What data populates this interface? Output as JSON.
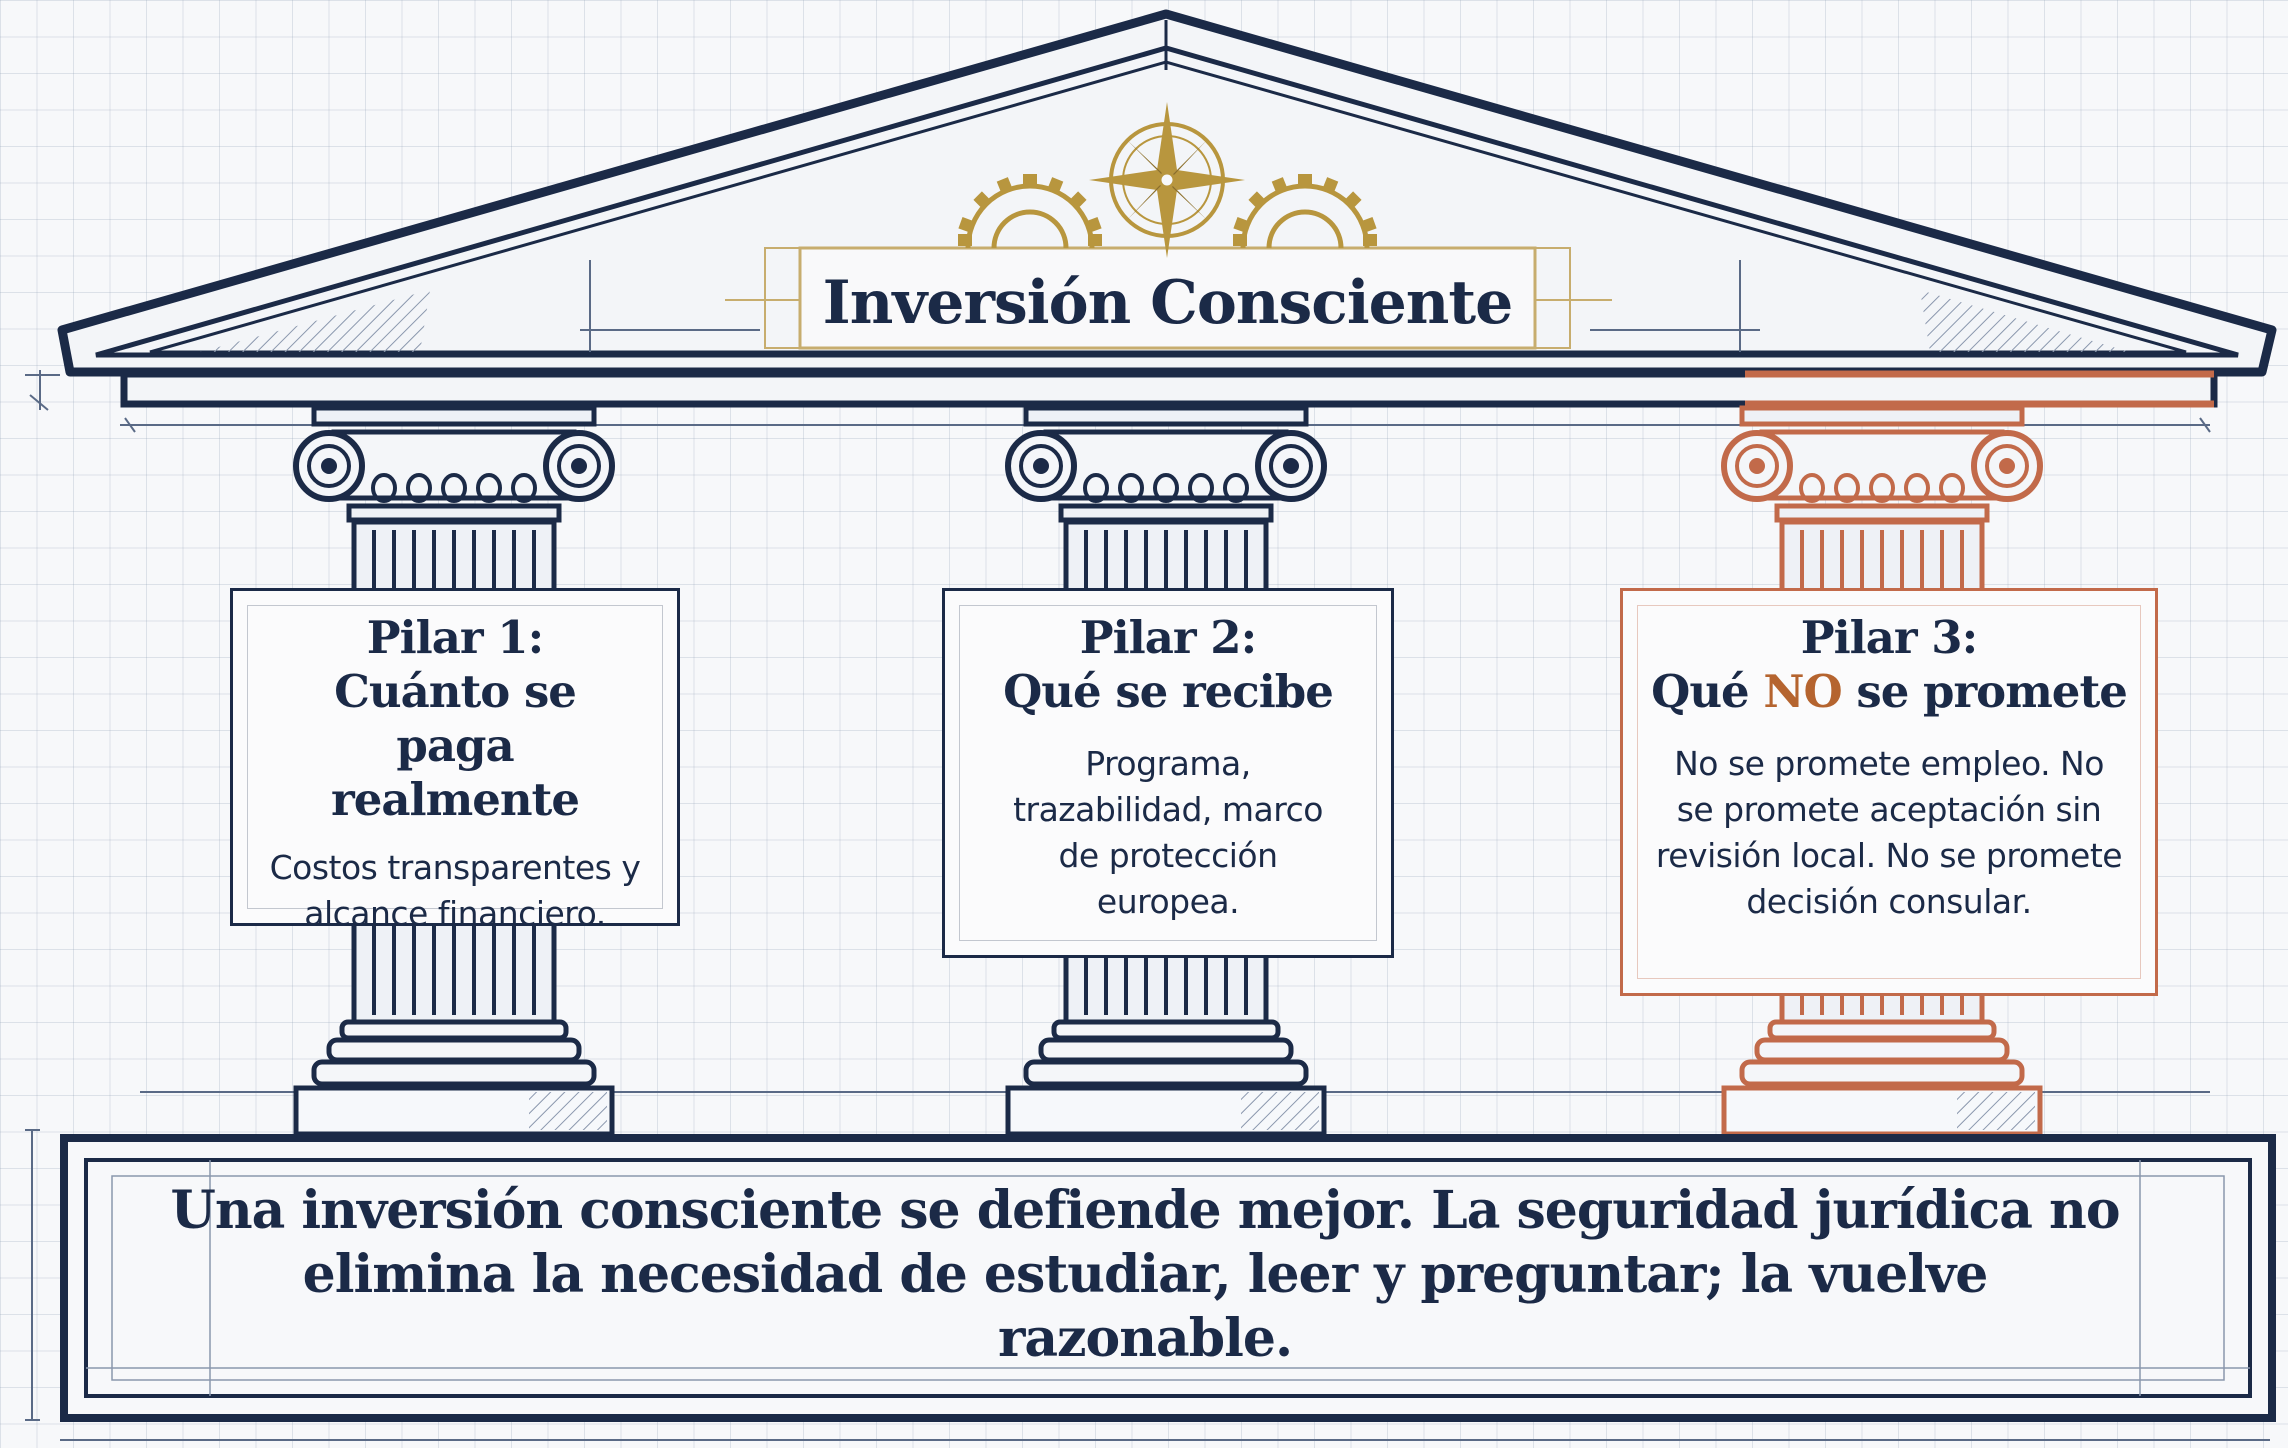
{
  "title": "Inversión Consciente",
  "colors": {
    "ink": "#1b2a47",
    "accent": "#c26a4a",
    "gold": "#b8963e",
    "paper": "#f7f8fa"
  },
  "pillars": [
    {
      "heading_line1": "Pilar 1:",
      "heading_line2": "Cuánto se paga realmente",
      "body": "Costos transparentes y alcance financiero."
    },
    {
      "heading_line1": "Pilar 2:",
      "heading_line2": "Qué se recibe",
      "body": "Programa, trazabilidad, marco de protección europea."
    },
    {
      "heading_line1": "Pilar 3:",
      "heading_line2_pre": "Qué",
      "heading_line2_accent": "NO",
      "heading_line2_post": "se promete",
      "body": "No se promete empleo. No se promete aceptación sin revisión local. No se promete decisión consular."
    }
  ],
  "foundation": "Una inversión consciente se defiende mejor. La seguridad jurídica no elimina la necesidad de estudiar, leer y preguntar; la vuelve razonable.",
  "icons": [
    "compass-rose-icon",
    "gear-icon"
  ]
}
